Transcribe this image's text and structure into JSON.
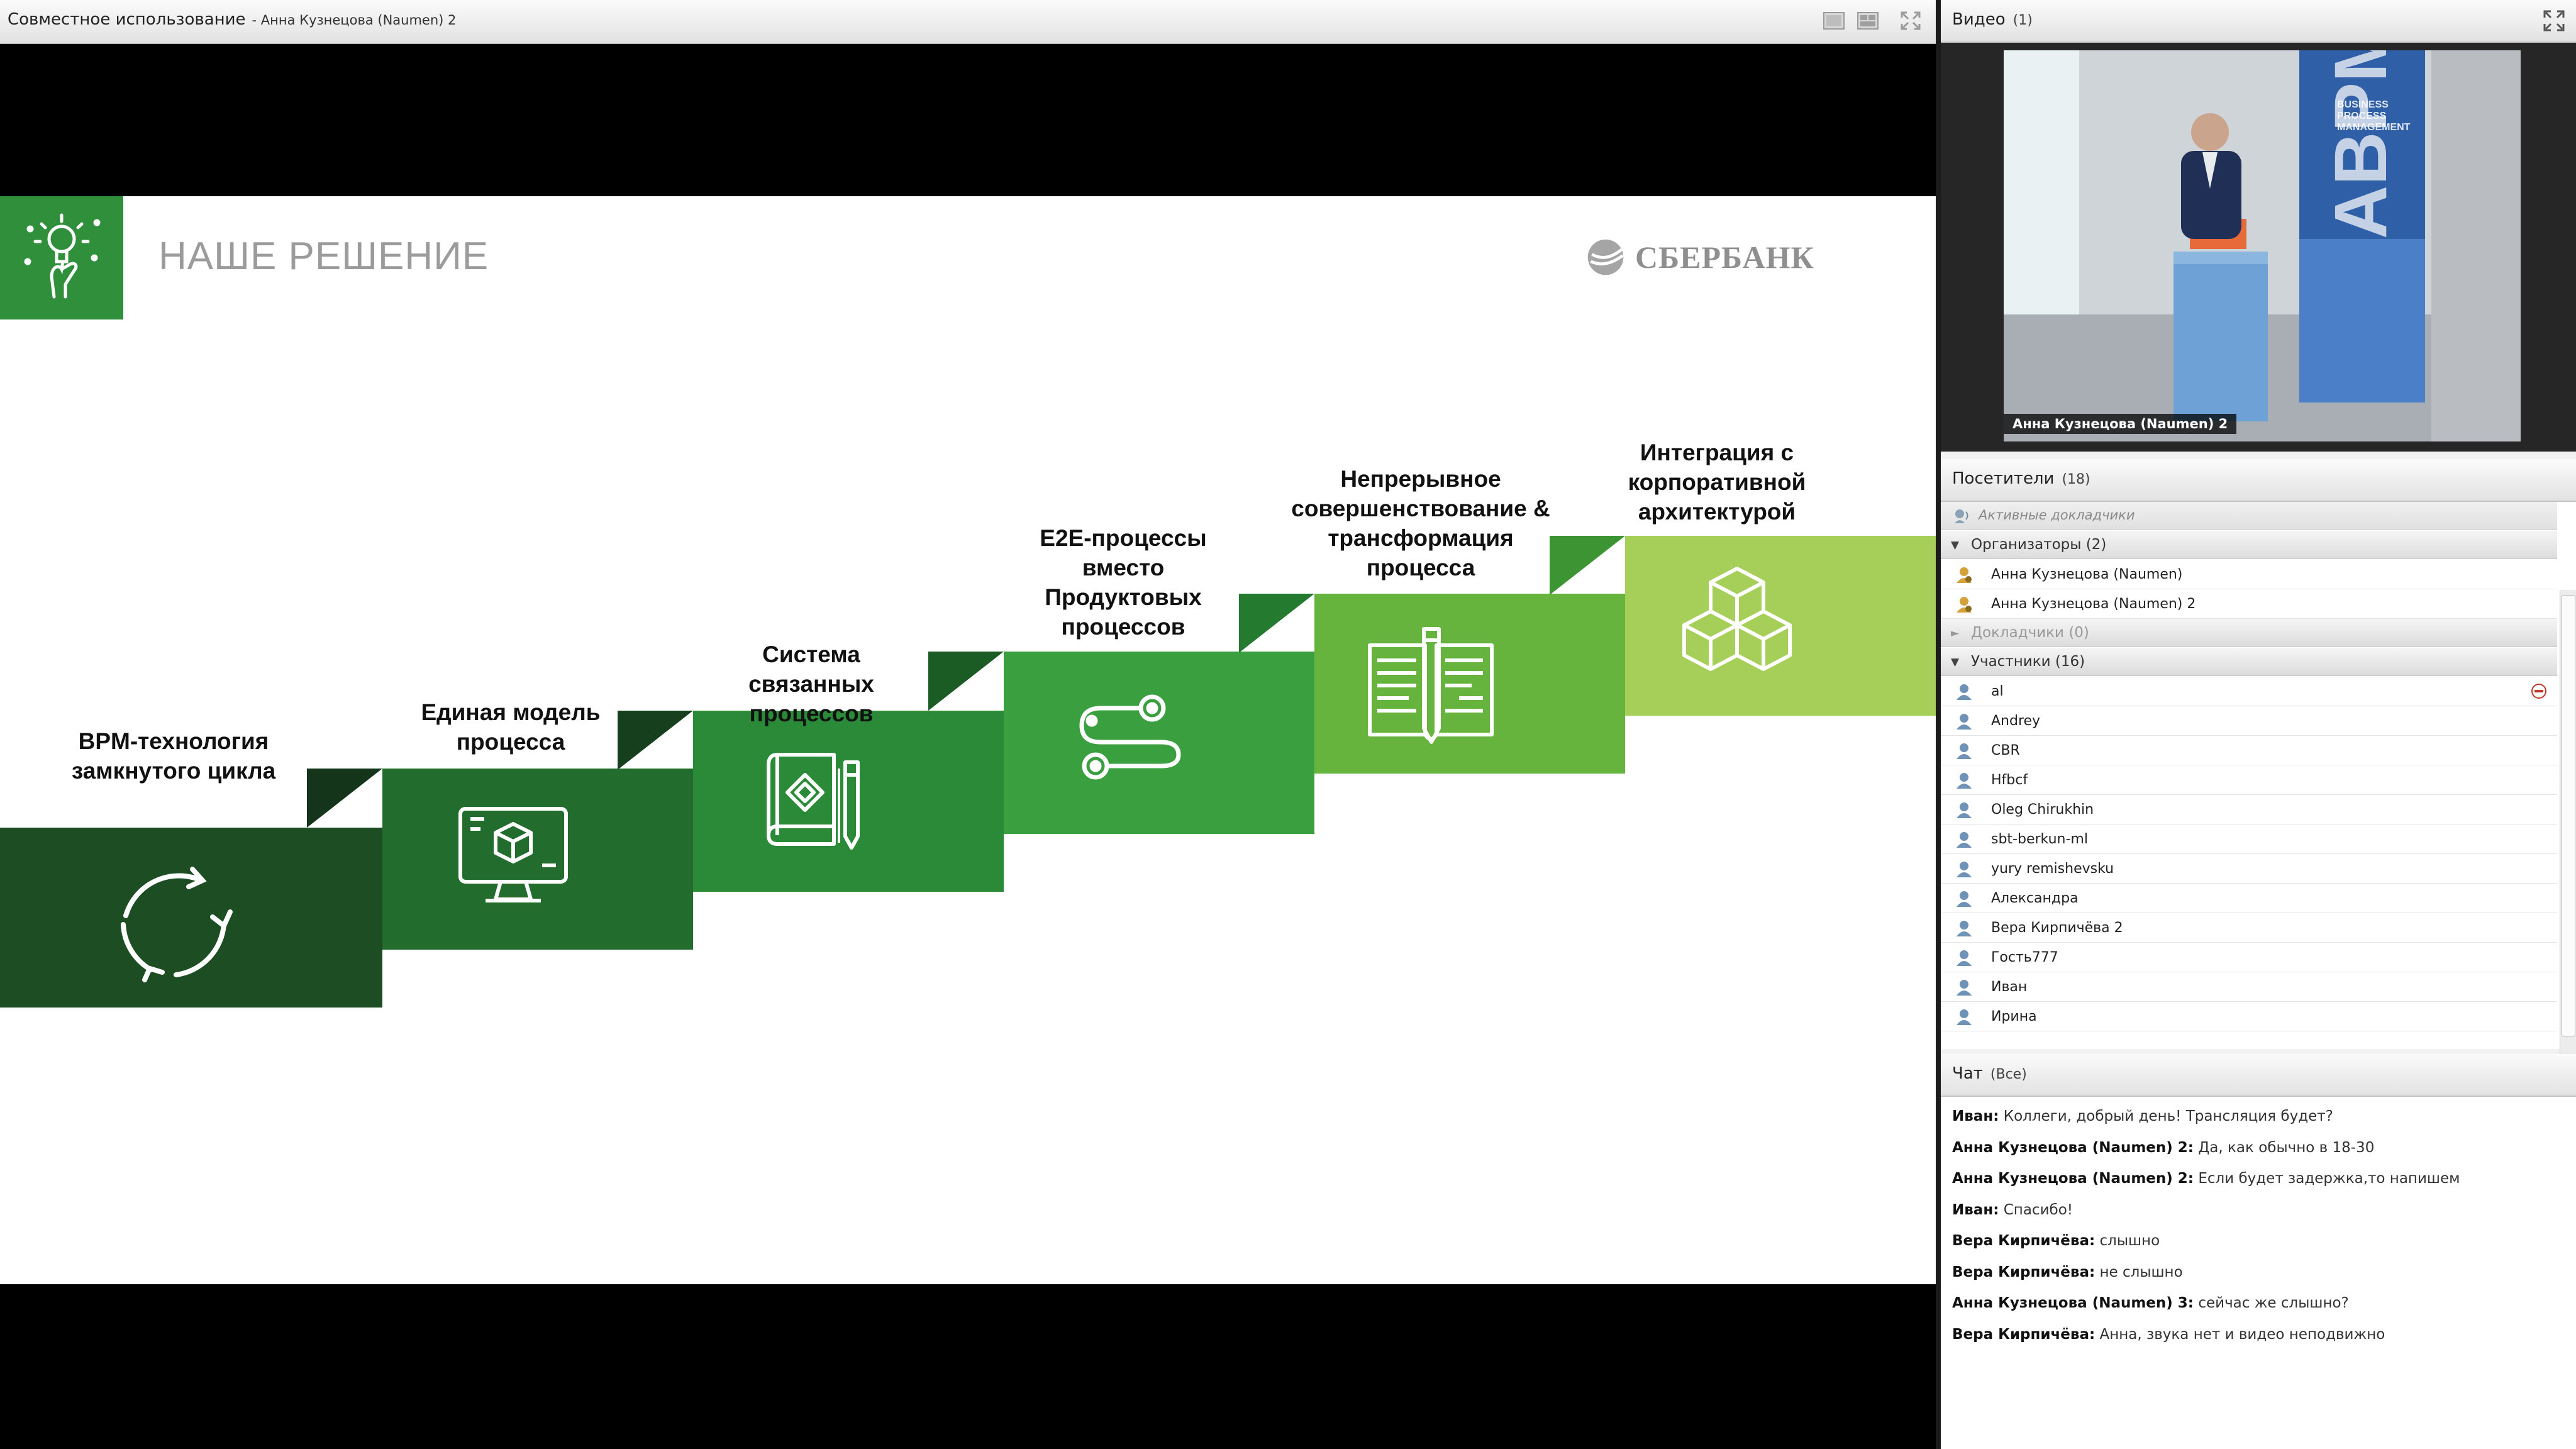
{
  "share": {
    "title": "Совместное использование",
    "subtitle": "- Анна Кузнецова (Naumen) 2"
  },
  "slide": {
    "title": "НАШЕ РЕШЕНИЕ",
    "bank_logo_text": "СБЕРБАНК",
    "steps": [
      {
        "label": "BPM-технология замкнутого цикла",
        "icon": "cycle-icon",
        "color": "#1d4d23"
      },
      {
        "label": "Единая модель процесса",
        "icon": "monitor-cube-icon",
        "color": "#226d2e"
      },
      {
        "label": "Система связанных процессов",
        "icon": "blueprint-icon",
        "color": "#2a8a37"
      },
      {
        "label": "E2E-процессы вместо Продуктовых процессов",
        "icon": "process-flow-icon",
        "color": "#3a9f3f"
      },
      {
        "label": "Непрерывное совершенствование & трансформация процесса",
        "icon": "notebook-pencil-icon",
        "color": "#66b43d"
      },
      {
        "label": "Интеграция с корпоративной архитектурой",
        "icon": "cubes-icon",
        "color": "#a6cf5a"
      }
    ]
  },
  "video": {
    "title": "Видео",
    "count": "(1)",
    "caption": "Анна Кузнецова (Naumen) 2",
    "banner_text": "ABPM",
    "banner_sub": "BUSINESS PROCESS MANAGEMENT"
  },
  "attendees": {
    "title": "Посетители",
    "count": "(18)",
    "active_speakers": "Активные докладчики",
    "groups": {
      "organizers": "Организаторы (2)",
      "speakers": "Докладчики (0)",
      "participants": "Участники (16)"
    },
    "organizers": [
      "Анна Кузнецова (Naumen)",
      "Анна Кузнецова (Naumen) 2"
    ],
    "participants": [
      "al",
      "Andrey",
      "CBR",
      "Hfbcf",
      "Oleg Chirukhin",
      "sbt-berkun-ml",
      "yury remishevsku",
      "Александра",
      "Вера Кирпичёва 2",
      "Гость777",
      "Иван",
      "Ирина"
    ]
  },
  "chat": {
    "title": "Чат",
    "filter": "(Все)",
    "messages": [
      {
        "author": "Иван:",
        "text": "Коллеги, добрый день! Трансляция будет?"
      },
      {
        "author": "Анна Кузнецова (Naumen) 2:",
        "text": "Да, как обычно в 18-30"
      },
      {
        "author": "Анна Кузнецова (Naumen) 2:",
        "text": "Если будет задержка,то напишем"
      },
      {
        "author": "Иван:",
        "text": "Спасибо!"
      },
      {
        "author": "Вера Кирпичёва:",
        "text": "слышно"
      },
      {
        "author": "Вера Кирпичёва:",
        "text": "не слышно"
      },
      {
        "author": "Анна Кузнецова (Naumen) 3:",
        "text": "сейчас же слышно?"
      },
      {
        "author": "Вера Кирпичёва:",
        "text": "Анна, звука нет и видео неподвижно"
      }
    ]
  }
}
